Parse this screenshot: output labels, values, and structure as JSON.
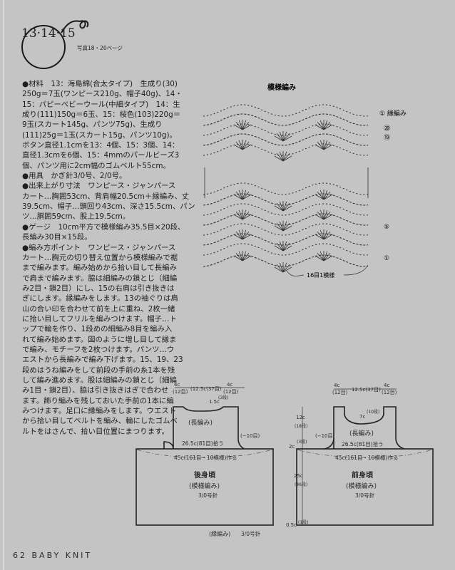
{
  "header": {
    "logo_number": "13·14·15",
    "photo_ref": "写真18・20ページ"
  },
  "instructions": {
    "lines": [
      "●材料　13：海島綿(合太タイプ)　生成り(30)",
      "250g＝7玉(ワンピース210g、帽子40g)、14・",
      "15：パピーベビーウール(中細タイプ)　14：生",
      "成り(111)150g＝6玉、15：桜色(103)220g＝",
      "9玉(スカート145g、パンツ75g)、生成り",
      "(111)25g＝1玉(スカート15g、パンツ10g)。",
      "ボタン直径1.1cmを13：4個、15：3個、14：",
      "直径1.3cmを6個、15：4mmのパールビーズ3",
      "個、パンツ用に2cm幅のゴムベルト55cm。",
      "●用具　かぎ針3/0号、2/0号。",
      "●出来上がり寸法　ワンピース・ジャンパース",
      "カート…胸囲53cm、背肩幅20.5cm＋縁編み、丈",
      "39.5cm、帽子…頭回り43cm、深さ15.5cm、パン",
      "ツ…胴囲59cm、股上19.5cm。",
      "●ゲージ　10cm平方で模様編み35.5目×20段、",
      "長編み30目×15段。",
      "●編み方ポイント　ワンピース・ジャンパース",
      "カート…胸元の切り替え位置から模様編みで裾",
      "まで編みます。編み始めから拾い目して長編み",
      "で肩まで編みます。脇は細編みの鎖とじ（細編",
      "み2目・鎖2目）にし、15の右肩は引き抜きは",
      "ぎにします。縁編みをします。13の袖ぐりは肩",
      "山の合い印を合わせて前を上に重ね、2枚一緒",
      "に拾い目してフリルを編みつけます。帽子…ト",
      "ップで輪を作り、1段めの細編み8目を編み入",
      "れて編み始めます。図のように増し目して縁ま",
      "で編み、モチーフを2枚つけます。パンツ…ウ",
      "エストから長編みで編み下げます。15、19、23",
      "段めはうね編みをして前段の手前の糸1本を残",
      "して編み進めます。股は細編みの鎖とじ（細編",
      "み1目・鎖2目）、脇は引き抜きはぎで合わせ",
      "ます。飾り編みを残しておいた手前の1本に編",
      "みつけます。足口に縁編みをします。ウエスト",
      "から拾い目してベルトを編み、輪にしたゴムベ",
      "ルトをはさんで、拾い目位置にまつります。"
    ]
  },
  "pattern_chart": {
    "title": "模様編み",
    "edge_label": "① 縁編み",
    "row_20": "⑳",
    "row_19": "⑲",
    "row_5": "⑤",
    "row_1": "①",
    "repeat_label": "16目1模様"
  },
  "back_piece": {
    "name": "後身頃",
    "pattern": "(模様編み)",
    "needle": "3/0号針",
    "yoke_stitch": "(長編み)",
    "shoulder_left": "4c",
    "shoulder_left_sts": "(12目)",
    "neck_width": "(12.5c(37目)",
    "shoulder_right": "4c",
    "shoulder_right_sts": "(12目)",
    "neck_depth": "1.5c",
    "neck_depth_rows": "(3段)",
    "decrease": "(−10目)",
    "pickup": "26.5c(81目)拾う",
    "cast_on": "45c(161目・10模様)作る",
    "edging": "(縁編み)",
    "edging_needle": "3/0号針",
    "h_yoke": "12c",
    "h_yoke_rows": "(18段)",
    "h_arm": "2c",
    "h_arm_rows": "(3段)",
    "h_body": "25c",
    "h_body_rows": "(46段)",
    "h_edge": "0.5c",
    "h_edge_rows": "(1段)"
  },
  "front_piece": {
    "name": "前身頃",
    "pattern": "(模様編み)",
    "needle": "3/0号針",
    "yoke_stitch": "(長編み)",
    "shoulder_left": "4c",
    "shoulder_left_sts": "(12目)",
    "neck_width": "12.5c(37目)",
    "shoulder_right": "4c",
    "shoulder_right_sts": "(12目)",
    "neck_depth": "7c",
    "neck_depth_rows": "(10段)",
    "decrease": "(−10目)",
    "pickup": "26.5c(81目)拾う",
    "cast_on": "45c(161目・10模様)作る"
  },
  "footer": {
    "page": "62",
    "magazine": "BABY KNIT"
  },
  "colors": {
    "paper": "#c4c4c4",
    "ink": "#1e1e1e"
  }
}
